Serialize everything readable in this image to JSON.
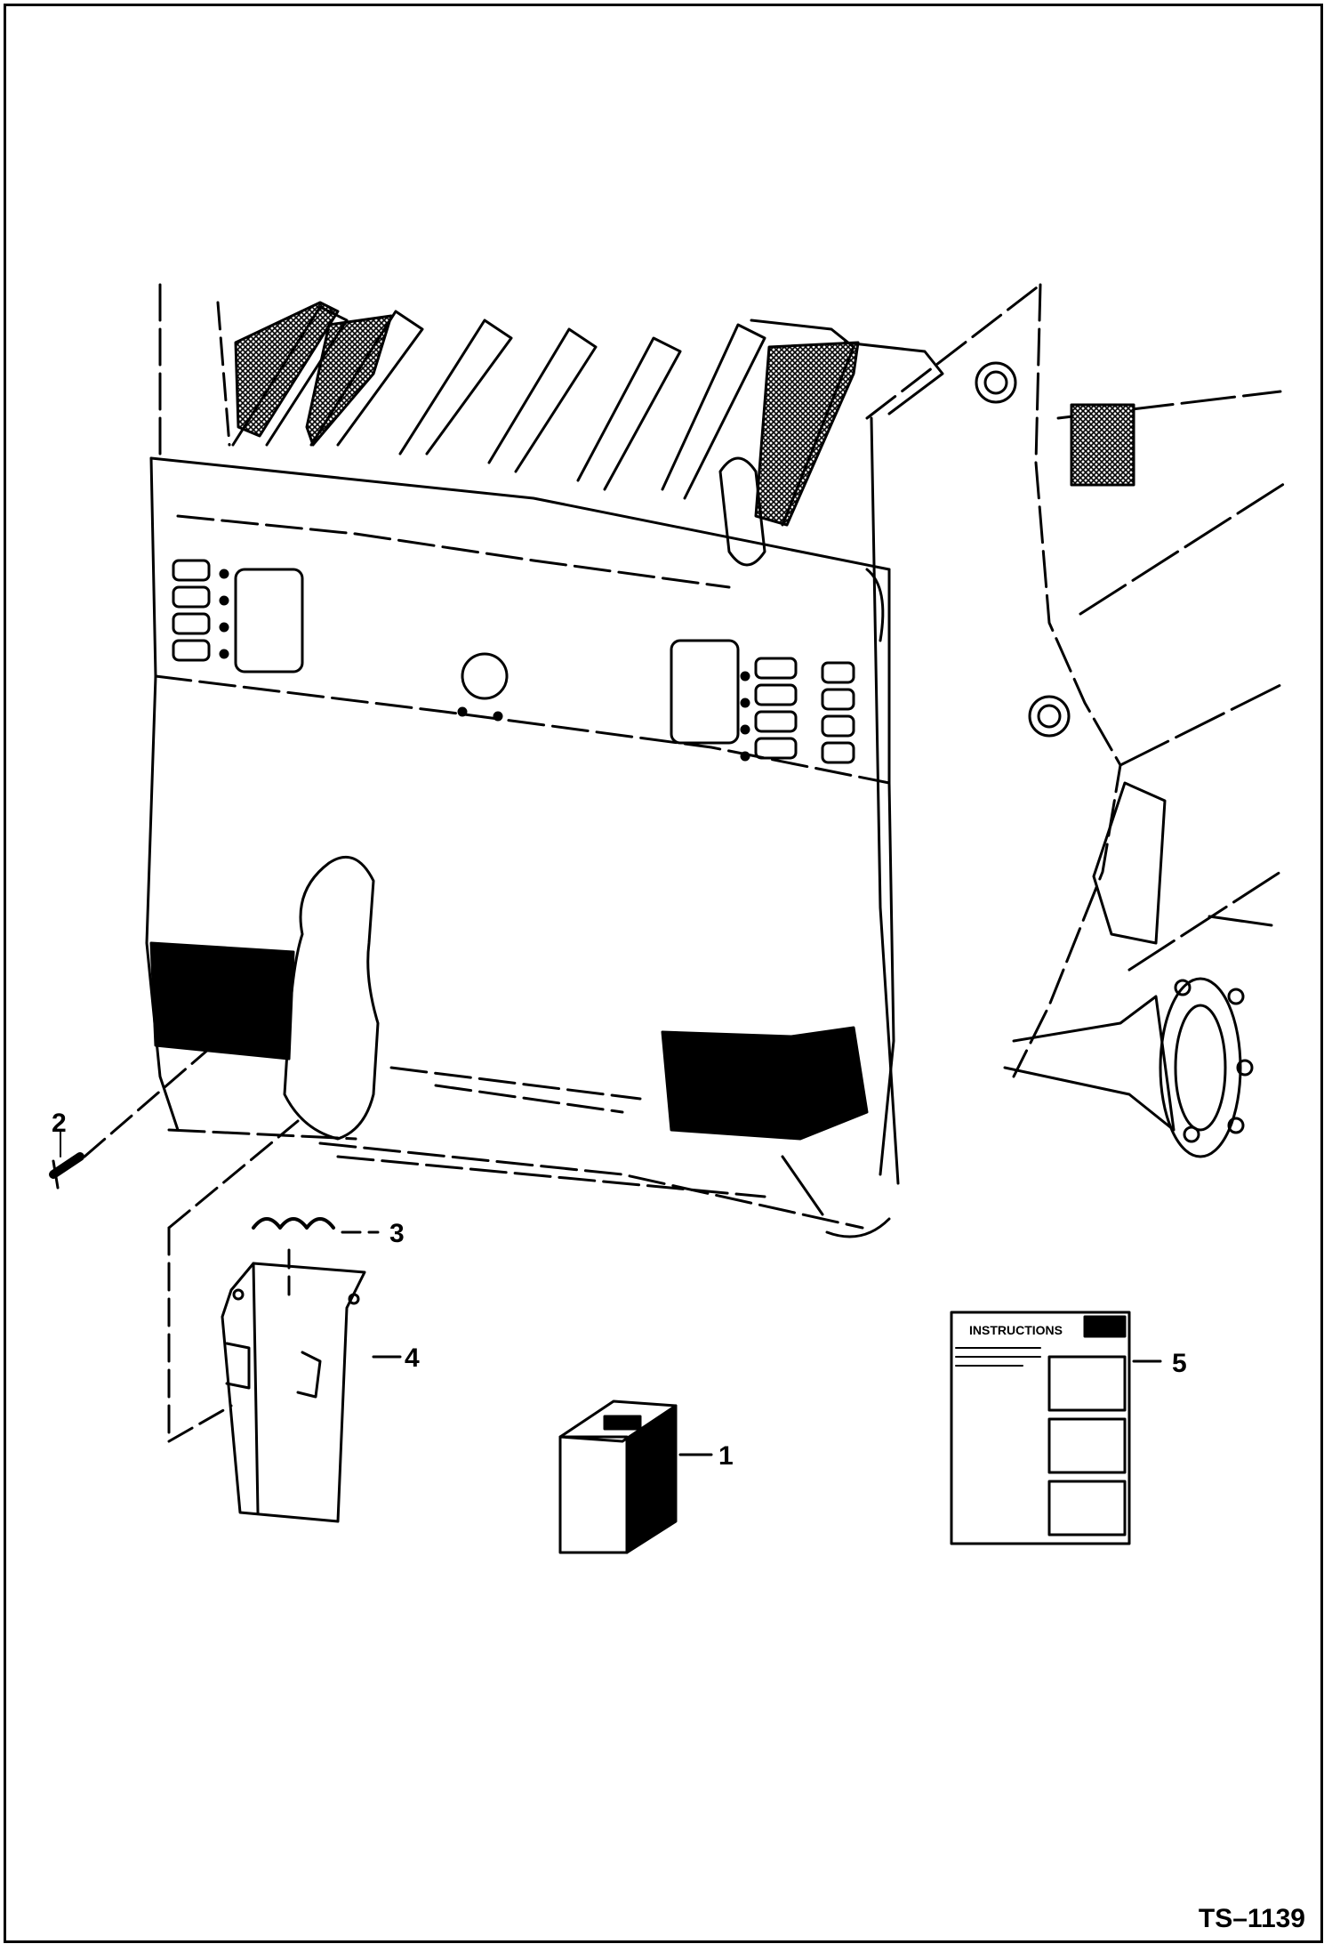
{
  "figure_ref": "TS–1139",
  "callouts": {
    "item1": "1",
    "item2": "2",
    "item3": "3",
    "item4": "4",
    "item5": "5"
  },
  "decal": {
    "title": "INSTRUCTIONS"
  }
}
